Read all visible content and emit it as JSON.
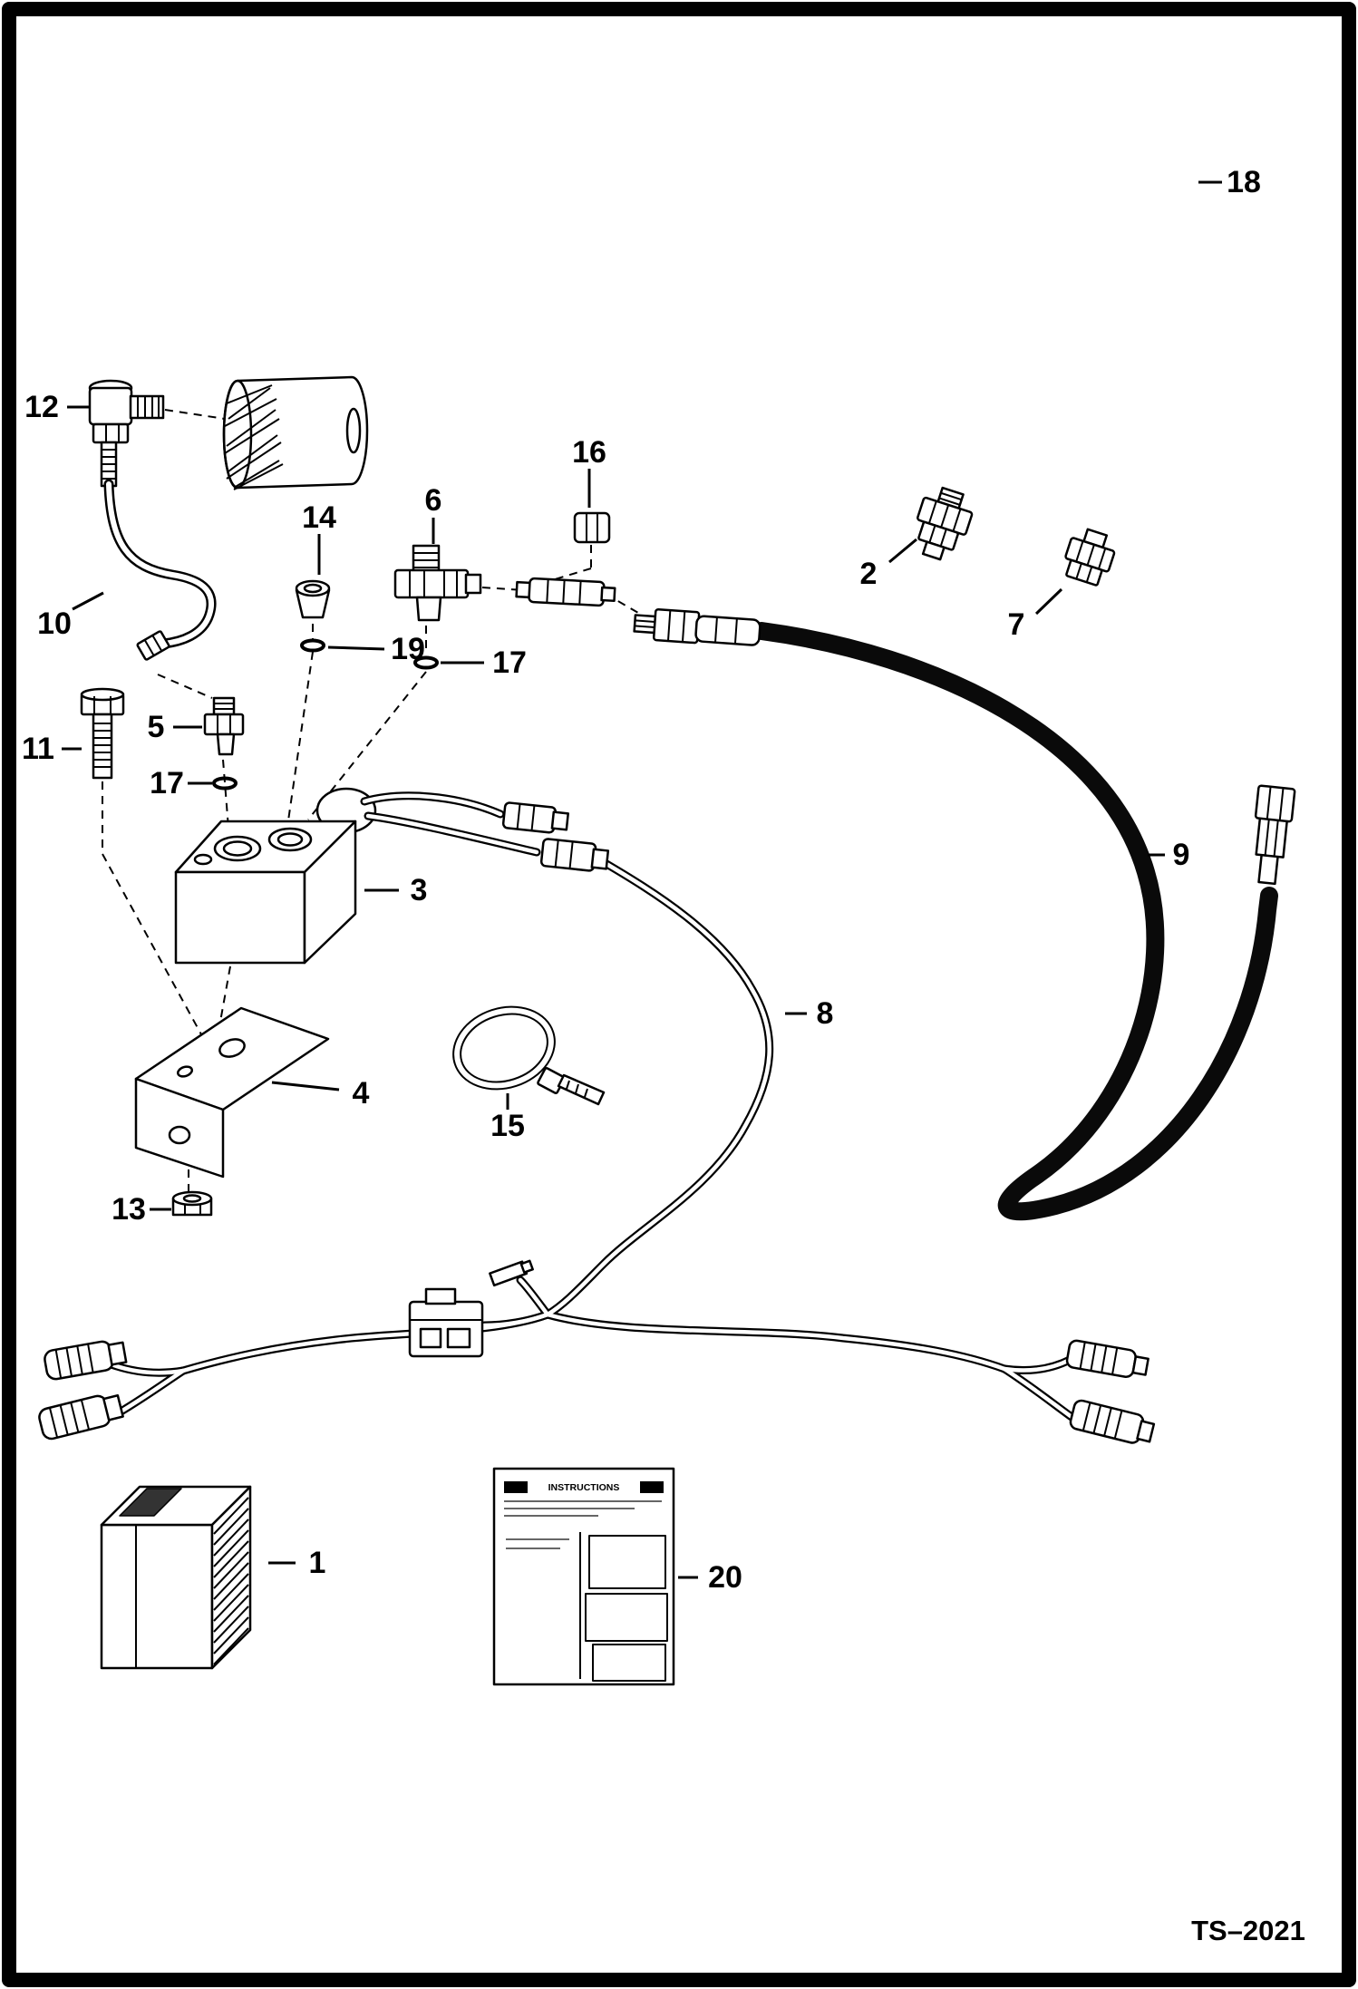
{
  "diagram": {
    "footer_code": "TS–2021",
    "instruction_sheet_title": "INSTRUCTIONS"
  },
  "callouts": {
    "c1": "1",
    "c2": "2",
    "c3": "3",
    "c4": "4",
    "c5": "5",
    "c6": "6",
    "c7": "7",
    "c8": "8",
    "c9": "9",
    "c10": "10",
    "c11": "11",
    "c12": "12",
    "c13": "13",
    "c14": "14",
    "c15": "15",
    "c16": "16",
    "c17a": "17",
    "c17b": "17",
    "c18": "18",
    "c19": "19",
    "c20": "20"
  },
  "colors": {
    "line": "#000000",
    "background": "#ffffff",
    "hose": "#0a0a0a"
  }
}
